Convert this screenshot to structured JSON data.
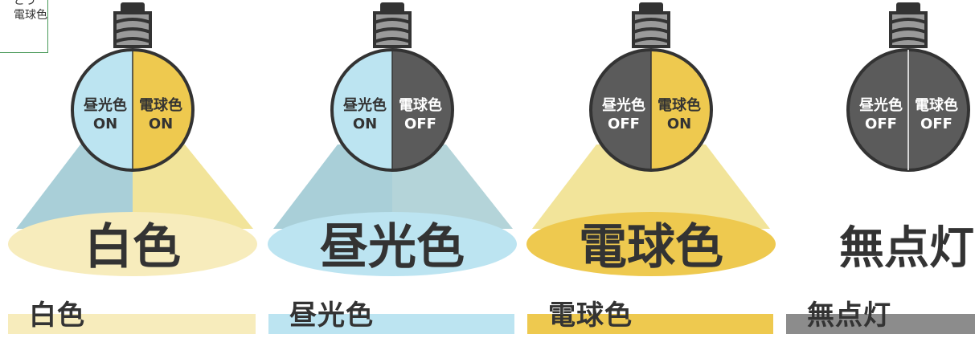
{
  "note": {
    "line1": "どう",
    "line2": "電球色"
  },
  "colors": {
    "daylight": "#bce4f1",
    "bulb": "#eec94f",
    "off": "#5b5b5b",
    "white_pool": "#f7ecbc",
    "dark_text": "#333333",
    "grey_bar": "#8c8c8c",
    "border_green": "#4a9a5a"
  },
  "bulbs": [
    {
      "id": "white",
      "left": {
        "name": "昼光色",
        "state": "ON"
      },
      "right": {
        "name": "電球色",
        "state": "ON"
      },
      "result": "白色"
    },
    {
      "id": "daylight",
      "left": {
        "name": "昼光色",
        "state": "ON"
      },
      "right": {
        "name": "電球色",
        "state": "OFF"
      },
      "result": "昼光色"
    },
    {
      "id": "bulbcolor",
      "left": {
        "name": "昼光色",
        "state": "OFF"
      },
      "right": {
        "name": "電球色",
        "state": "ON"
      },
      "result": "電球色"
    },
    {
      "id": "off",
      "left": {
        "name": "昼光色",
        "state": "OFF"
      },
      "right": {
        "name": "電球色",
        "state": "OFF"
      },
      "result": "無点灯"
    }
  ],
  "captions": [
    {
      "label": "白色",
      "bar_color": "#f7ecbc"
    },
    {
      "label": "昼光色",
      "bar_color": "#bce4f1"
    },
    {
      "label": "電球色",
      "bar_color": "#eec94f"
    },
    {
      "label": "無点灯",
      "bar_color": "#8c8c8c"
    }
  ]
}
